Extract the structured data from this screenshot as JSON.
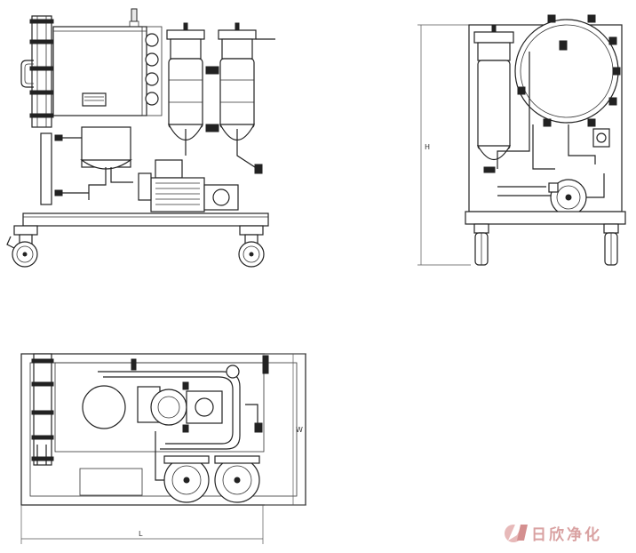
{
  "dimensions": {
    "height_label": "H",
    "width_label": "W",
    "length_label": "L"
  },
  "brand": {
    "name": "日欣净化",
    "color": "#d9a1a1"
  }
}
